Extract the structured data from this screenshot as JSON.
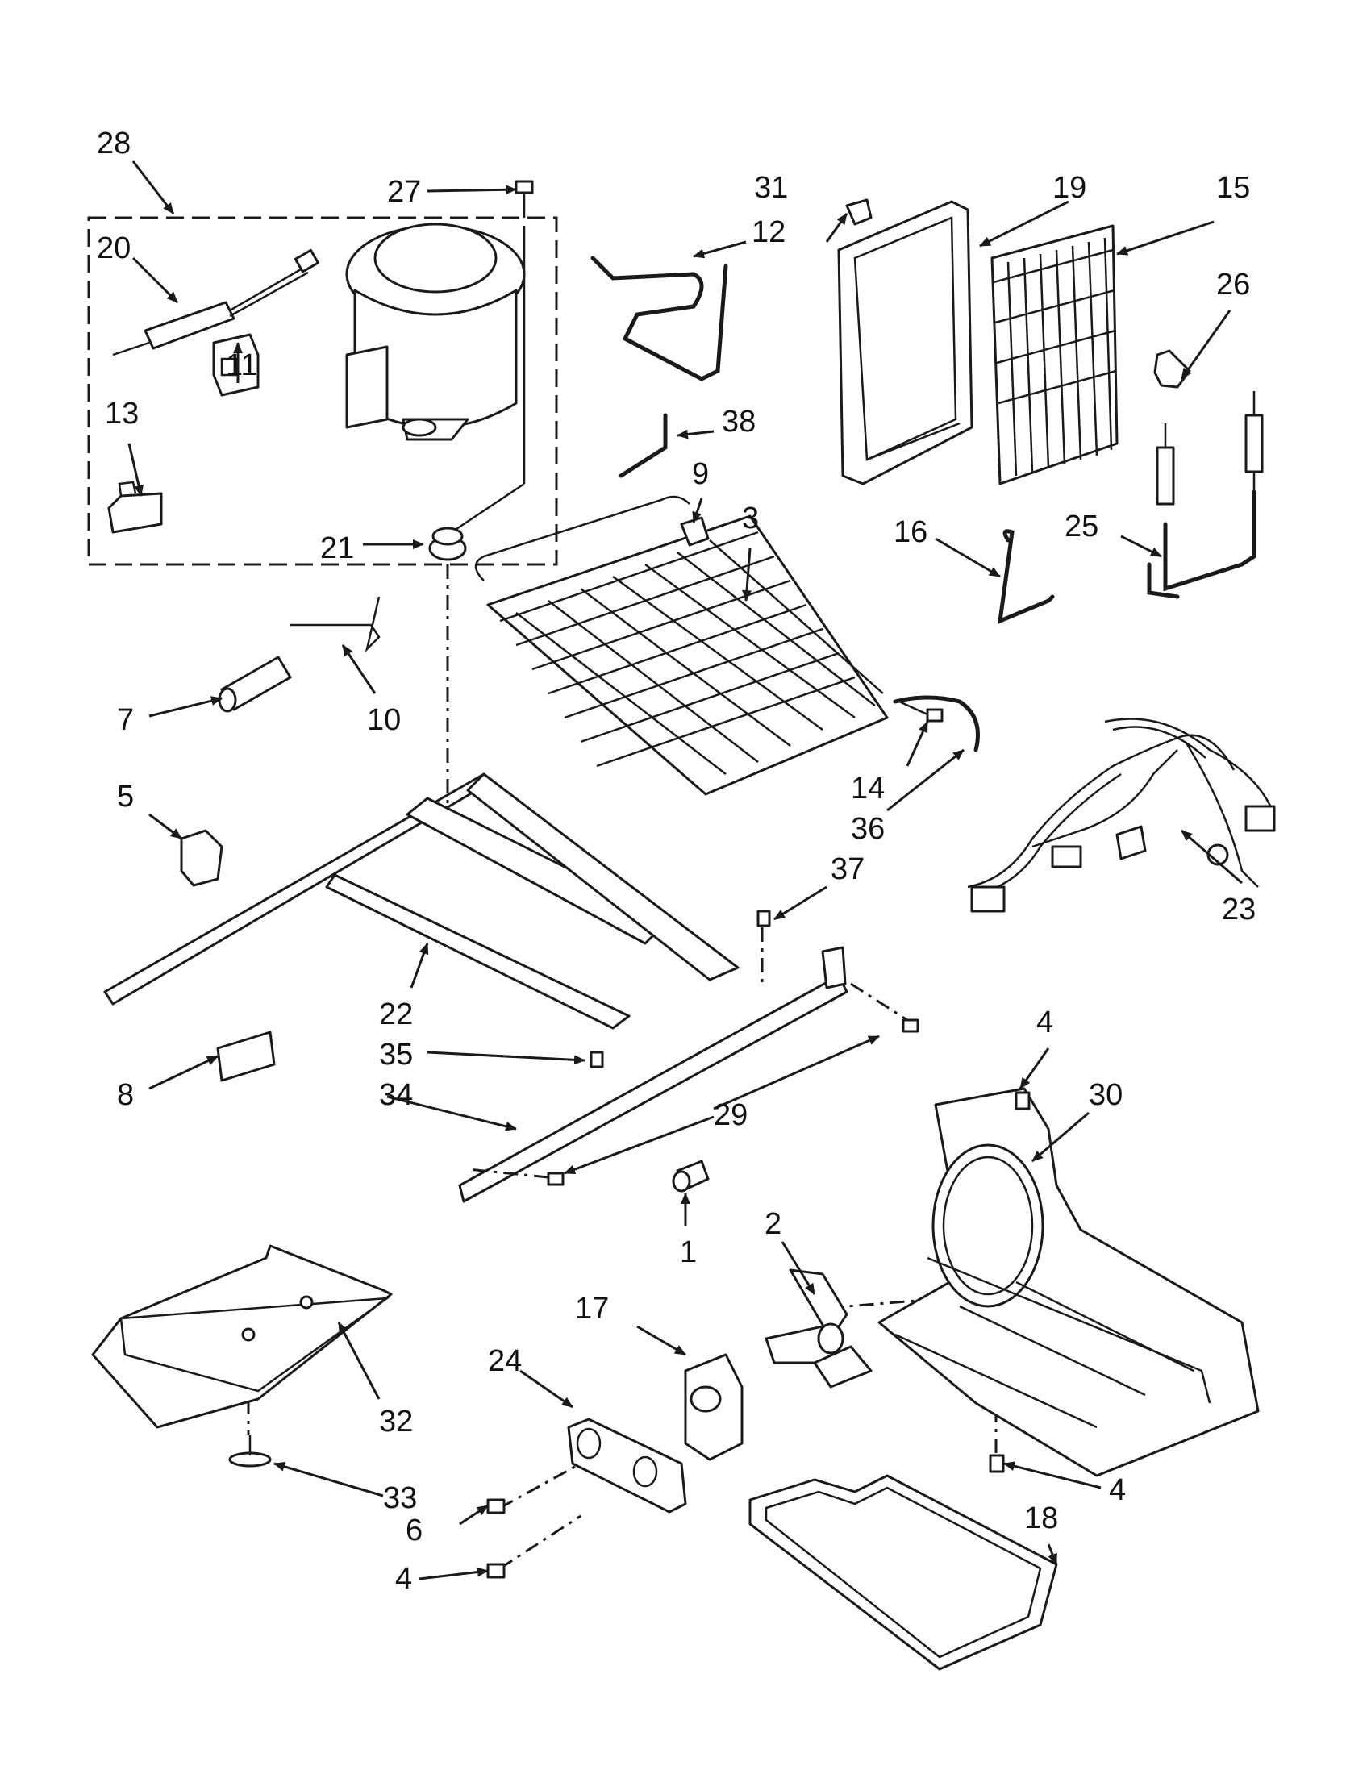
{
  "callouts": [
    "1",
    "2",
    "3",
    "4",
    "5",
    "6",
    "7",
    "8",
    "9",
    "10",
    "11",
    "12",
    "13",
    "14",
    "15",
    "16",
    "17",
    "18",
    "19",
    "20",
    "21",
    "22",
    "23",
    "24",
    "25",
    "26",
    "27",
    "28",
    "29",
    "30",
    "31",
    "32",
    "33",
    "34",
    "35",
    "36",
    "37",
    "38"
  ],
  "parts": {
    "compressor": "compressor-icon",
    "evaporator": "evaporator-coil-icon",
    "condenser": "condenser-coil-icon",
    "fan_motor": "fan-motor-icon",
    "fan_blade": "fan-blade-icon",
    "drain_pan": "drain-pan-icon",
    "wire_harness": "wire-harness-icon"
  },
  "colors": {
    "line": "#1a1a1a",
    "fill": "#ffffff"
  }
}
